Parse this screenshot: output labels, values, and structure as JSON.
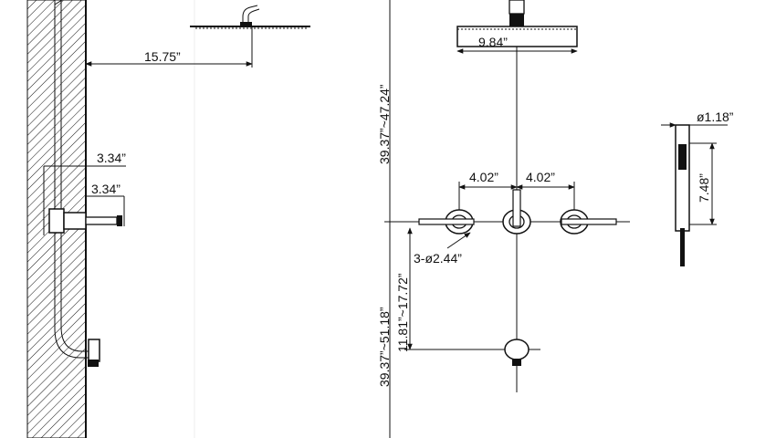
{
  "dimensions": {
    "arm_length": "15.75”",
    "side_offset_top": "3.34”",
    "side_offset_bottom": "3.34”",
    "head_width": "9.84”",
    "head_height_range": "39.37”~47.24”",
    "valve_spacing_left": "4.02”",
    "valve_spacing_right": "4.02”",
    "valve_diameter": "3-ø2.44”",
    "lower_range_a": "11.81”~17.72”",
    "lower_range_b": "39.37”~51.18”",
    "handshower_diameter": "ø1.18”",
    "handshower_length": "7.48”"
  }
}
